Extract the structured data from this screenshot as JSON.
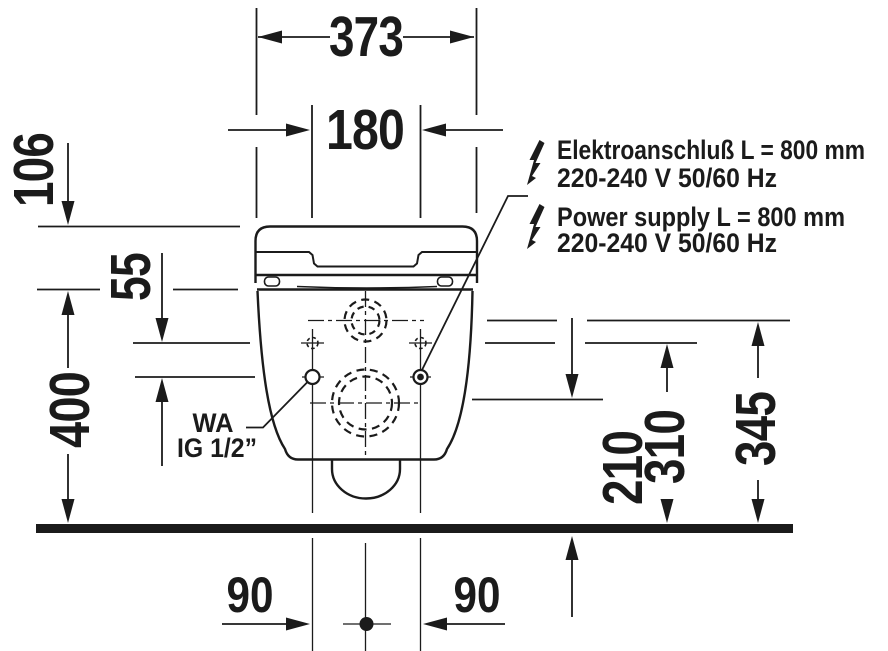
{
  "drawing": {
    "type": "technical-dimension-drawing",
    "subject": "wall-hung-toilet-rear-view",
    "background_color": "#ffffff",
    "line_color": "#1b1b1b"
  },
  "dims": {
    "overall_width": "373",
    "fixing_hole_spacing": "180",
    "lid_height": "106",
    "connection_row_gap": "55",
    "ceramic_top_height": "400",
    "drain_center_height": "210",
    "fixing_hole_height": "310",
    "supply_center_height": "345",
    "hole_offset_left": "90",
    "hole_offset_right": "90"
  },
  "annotations": {
    "electrical_de_line1": "Elektroanschluß L = 800 mm",
    "electrical_de_line2": "220-240 V  50/60 Hz",
    "electrical_en_line1": "Power supply L = 800 mm",
    "electrical_en_line2": "220-240 V  50/60 Hz",
    "water_line1": "WA",
    "water_line2": "IG 1/2”"
  }
}
